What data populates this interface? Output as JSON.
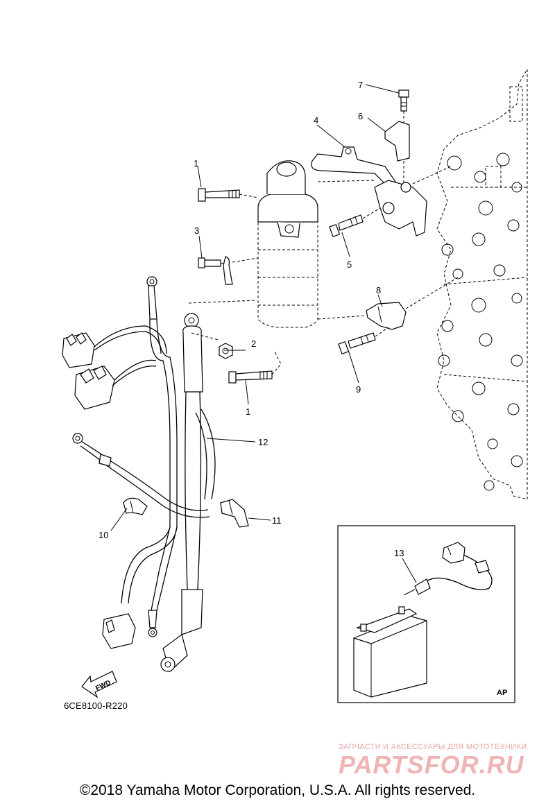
{
  "callouts": [
    "1",
    "2",
    "3",
    "4",
    "5",
    "6",
    "7",
    "8",
    "9",
    "10",
    "11",
    "12",
    "13",
    "1"
  ],
  "diagram_code": "6CE8100-R220",
  "inset_label": "AP",
  "fwd_label": "FWD",
  "copyright": "©2018 Yamaha Motor Corporation, U.S.A. All rights reserved.",
  "watermark": {
    "small": "ЗАПЧАСТИ И АКСЕССУАРЫ ДЛЯ МОТОТЕХНИКИ",
    "big": "PARTSFOR.RU"
  }
}
